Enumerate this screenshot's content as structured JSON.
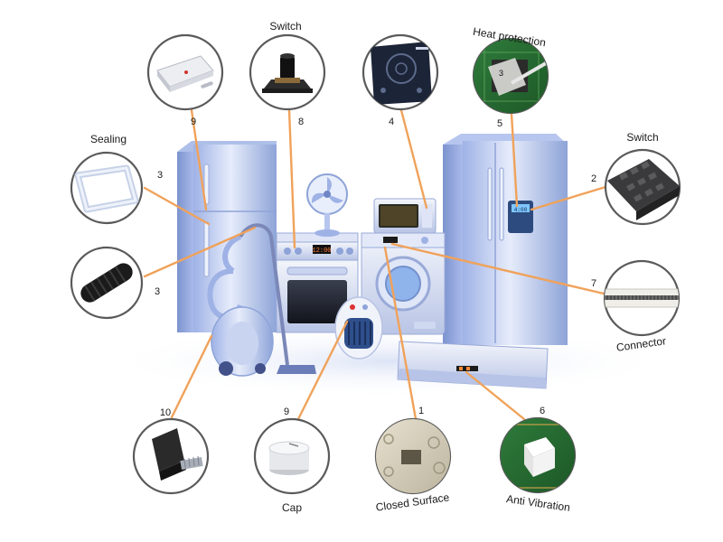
{
  "callouts": {
    "sealing": {
      "name": "Sealing",
      "number": "3"
    },
    "boot": {
      "number": "3"
    },
    "powerbank": {
      "number": "9"
    },
    "switch_top": {
      "name": "Switch",
      "number": "8"
    },
    "keypad": {
      "number": "4"
    },
    "heat": {
      "name": "Heat protection",
      "number": "5"
    },
    "switch_right": {
      "name": "Switch",
      "number": "2"
    },
    "connector": {
      "name": "Connector",
      "number": "7"
    },
    "foot": {
      "number": "10"
    },
    "cap": {
      "name": "Cap",
      "number": "9"
    },
    "closed": {
      "name": "Closed Surface",
      "number": "1"
    },
    "vibration": {
      "name": "Anti Vibration",
      "number": "6"
    }
  },
  "appliance_display": {
    "fridge_readout": "4:00",
    "oven_readout": "12:00"
  },
  "colors": {
    "leader_line": "#f0a25a",
    "ring": "#5a5a5a",
    "appliance_body": "#c8d6f4",
    "appliance_shade": "#8ea4d8"
  }
}
